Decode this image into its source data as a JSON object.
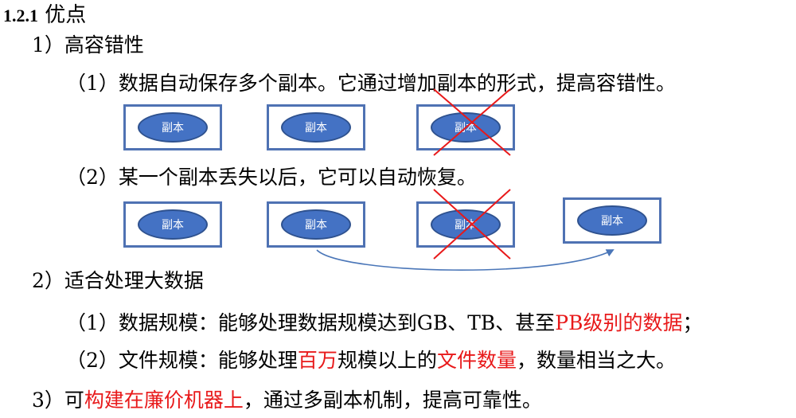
{
  "heading": {
    "number": "1.2.1",
    "title": "优点"
  },
  "advantages": [
    {
      "label": "1）高容错性",
      "points": [
        {
          "label": "（1）数据自动保存多个副本。它通过增加副本的形式，提高容错性。"
        },
        {
          "label": "（2）某一个副本丢失以后，它可以自动恢复。"
        }
      ]
    },
    {
      "label": "2）适合处理大数据",
      "points": [
        {
          "parts": [
            "（1）数据规模：能够处理数据规模达到GB、TB、甚至",
            "PB级别的数据",
            "；"
          ]
        },
        {
          "parts": [
            "（2）文件规模：能够处理",
            "百万",
            "规模以上的",
            "文件数量",
            "，数量相当之大。"
          ]
        }
      ]
    },
    {
      "parts": [
        "3）可",
        "构建在廉价机器上",
        "，通过多副本机制，提高可靠性。"
      ]
    }
  ],
  "diagram1": {
    "replicas": [
      "副本",
      "副本",
      "副本"
    ],
    "lost_index": 2
  },
  "diagram2": {
    "replicas": [
      "副本",
      "副本",
      "副本",
      "副本"
    ],
    "lost_index": 2,
    "recovered_index": 3
  },
  "colors": {
    "box_border": "#4f72b3",
    "oval_fill": "#4472c4",
    "highlight": "#e8191a",
    "cross": "#e8191a",
    "arrow": "#4a76b8"
  }
}
